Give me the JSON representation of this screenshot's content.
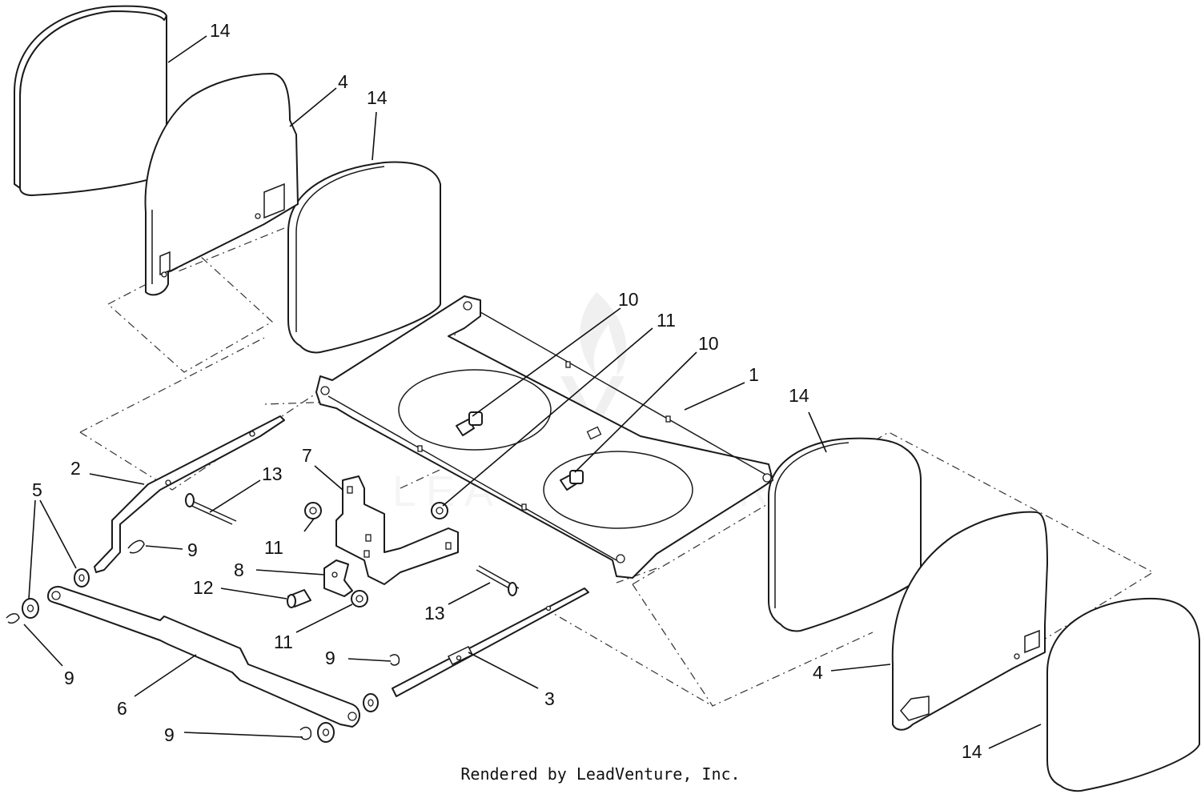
{
  "watermark": {
    "text": "LEADVENTURE"
  },
  "callouts": {
    "c1": "1",
    "c2": "2",
    "c3": "3",
    "c4a": "4",
    "c4b": "4",
    "c5": "5",
    "c6": "6",
    "c7": "7",
    "c8": "8",
    "c9a": "9",
    "c9b": "9",
    "c9c": "9",
    "c9d": "9",
    "c10a": "10",
    "c10b": "10",
    "c11a": "11",
    "c11b": "11",
    "c11c": "11",
    "c12": "12",
    "c13a": "13",
    "c13b": "13",
    "c14a": "14",
    "c14b": "14",
    "c14c": "14",
    "c14d": "14"
  },
  "footer": "Rendered by LeadVenture, Inc."
}
